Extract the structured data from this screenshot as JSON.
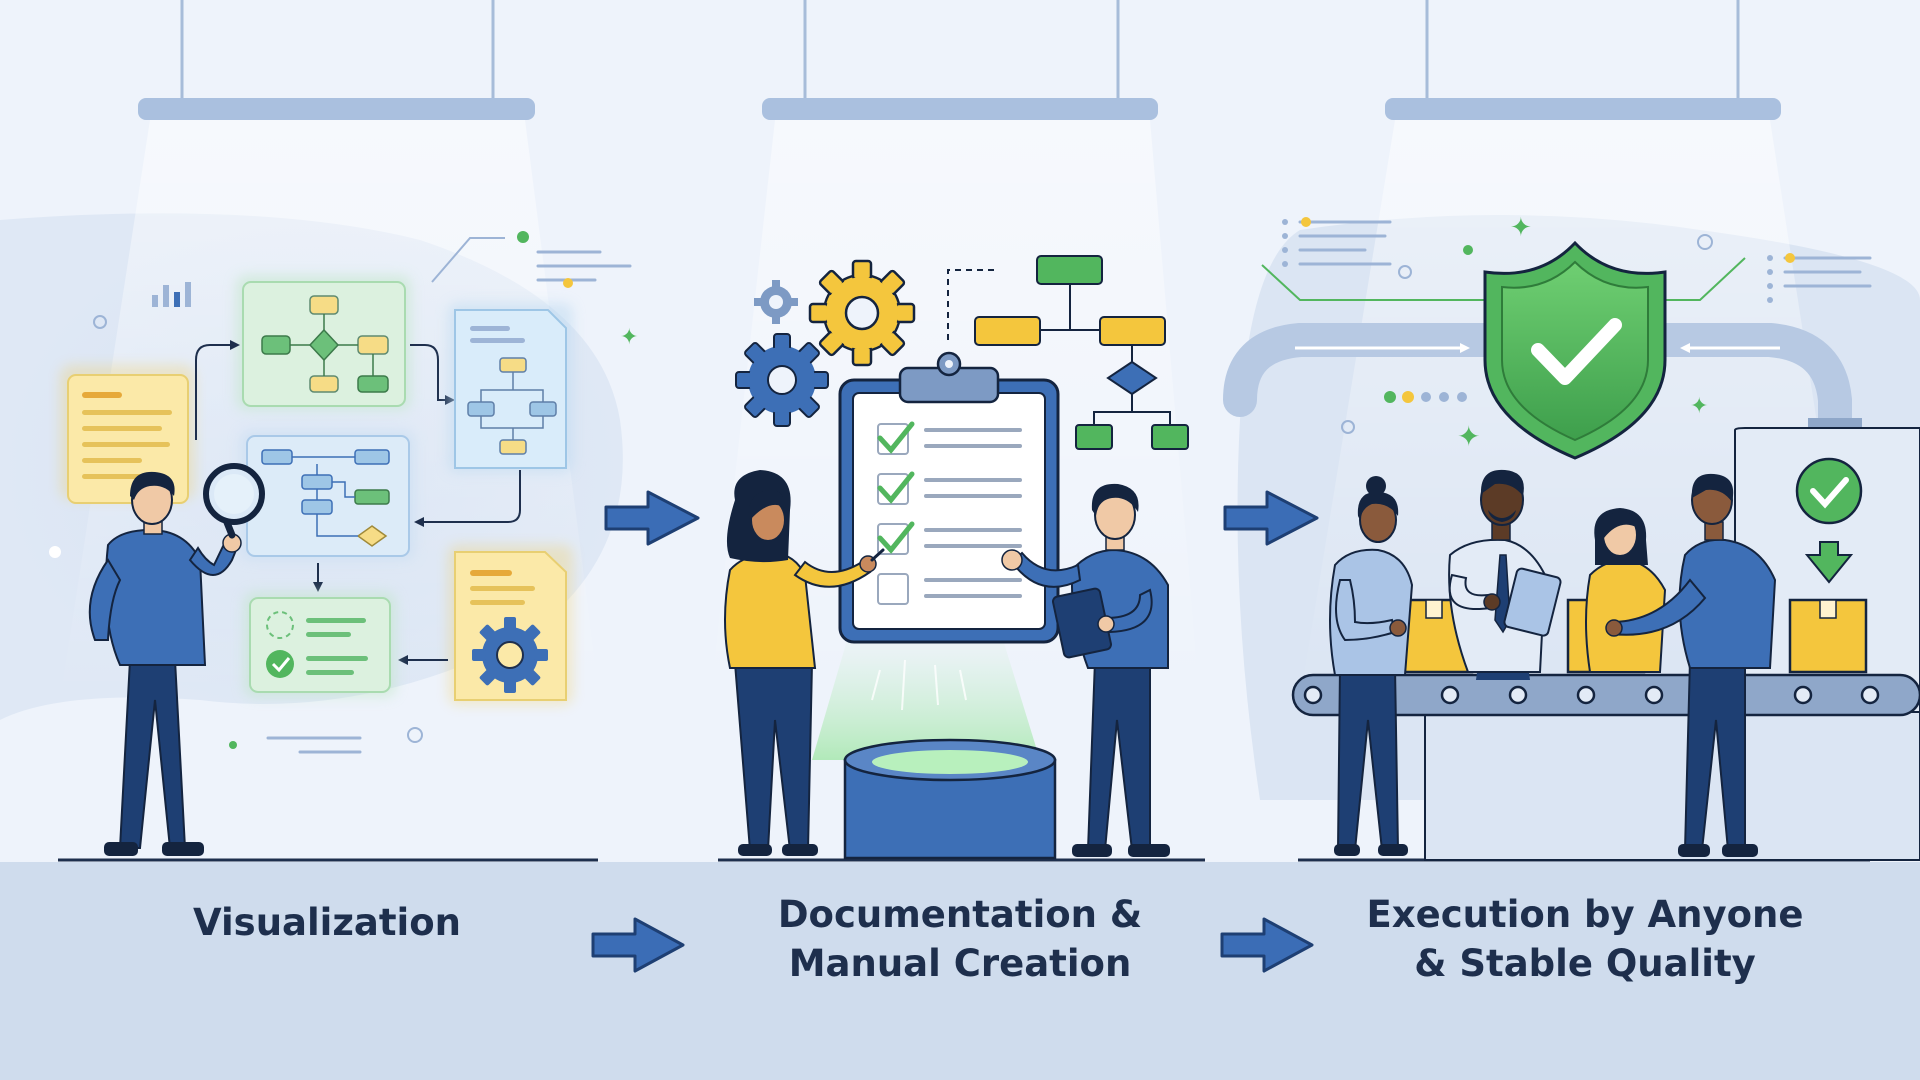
{
  "steps": [
    {
      "label": "Visualization",
      "icon": "magnifier-flowchart-icon"
    },
    {
      "label": "Documentation &\nManual Creation",
      "icon": "clipboard-checklist-icon"
    },
    {
      "label": "Execution by Anyone\n& Stable Quality",
      "icon": "shield-check-icon"
    }
  ],
  "colors": {
    "background": "#eef3fb",
    "floor": "#cfdced",
    "navy": "#1e2f4d",
    "blue": "#3d6fb6",
    "green": "#52b65e",
    "yellow": "#f4c63d",
    "arrow": "#3b6db6"
  },
  "arrows": [
    "arrow-right-icon",
    "arrow-right-icon"
  ]
}
